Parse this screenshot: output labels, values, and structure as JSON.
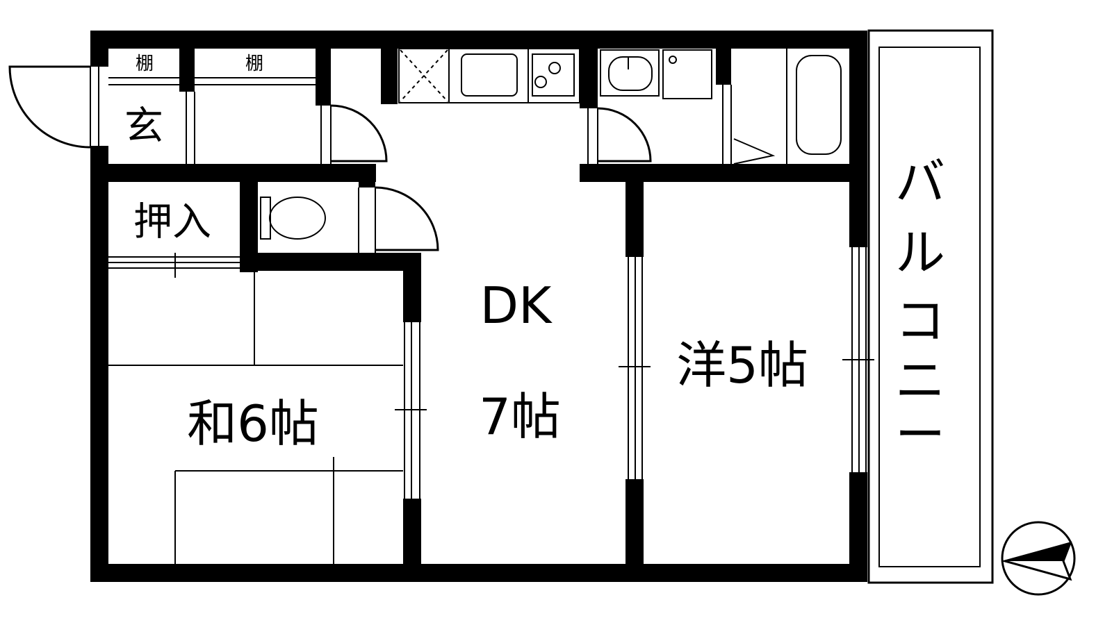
{
  "rooms": {
    "shelf_left": "棚",
    "shelf_right": "棚",
    "entrance": "玄",
    "closet": "押入",
    "washitsu": "和6帖",
    "dk_top": "DK",
    "dk_bottom": "7帖",
    "yoshitsu": "洋5帖"
  },
  "balcony": {
    "chars": [
      "バ",
      "ル",
      "コ",
      "ニ",
      "ー"
    ]
  },
  "compass": {
    "name": "north-arrow",
    "direction": "west"
  }
}
